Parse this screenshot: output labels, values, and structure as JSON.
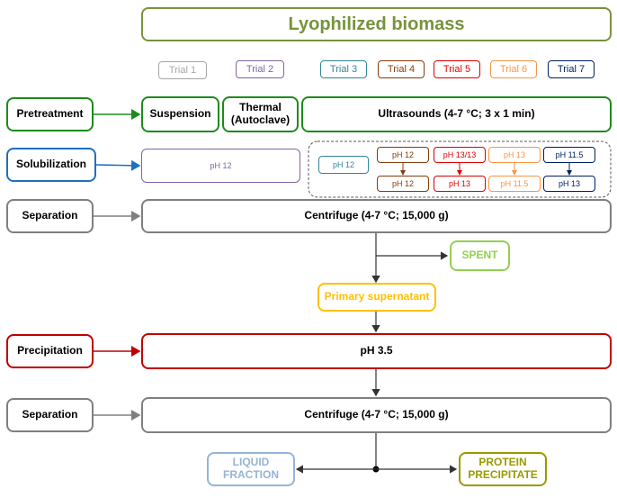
{
  "title": "Lyophilized biomass",
  "trials": [
    "Trial 1",
    "Trial 2",
    "Trial 3",
    "Trial 4",
    "Trial 5",
    "Trial 6",
    "Trial 7"
  ],
  "stages": {
    "pretreatment": "Pretreatment",
    "solubilization": "Solubilization",
    "separation1": "Separation",
    "precipitation": "Precipitation",
    "separation2": "Separation"
  },
  "pretreatment": {
    "suspension": "Suspension",
    "thermal": "Thermal (Autoclave)",
    "ultrasounds": "Ultrasounds (4-7 °C; 3 x 1 min)"
  },
  "solubilization": {
    "ph_trial12": "pH 12",
    "ph_trial3": "pH 12",
    "trial4": [
      "pH 12",
      "pH 12"
    ],
    "trial5": [
      "pH 13/13",
      "pH 13"
    ],
    "trial6": [
      "pH 13",
      "pH 11.5"
    ],
    "trial7": [
      "pH 11.5",
      "pH 13"
    ]
  },
  "separation1": "Centrifuge (4-7 °C; 15,000 g)",
  "spent": "SPENT",
  "primary_supernatant": "Primary supernatant",
  "precipitation": "pH 3.5",
  "separation2": "Centrifuge (4-7 °C; 15,000 g)",
  "liquid_fraction": "LIQUID FRACTION",
  "protein_precipitate": "PROTEIN PRECIPITATE",
  "colors": {
    "olive": "#77933c",
    "trial1": "#a6a6a6",
    "trial2": "#8064a2",
    "trial3": "#31859c",
    "trial4": "#843c0c",
    "trial5": "#e00000",
    "trial6": "#f79646",
    "trial7": "#002060",
    "pretreat": "#1e8a1e",
    "solub": "#1f6fbf",
    "separation": "#7f7f7f",
    "precip": "#c00000",
    "spent": "#92d050",
    "supernatant": "#ffc000",
    "liquid": "#95b3d7",
    "protein": "#9a9a00"
  }
}
